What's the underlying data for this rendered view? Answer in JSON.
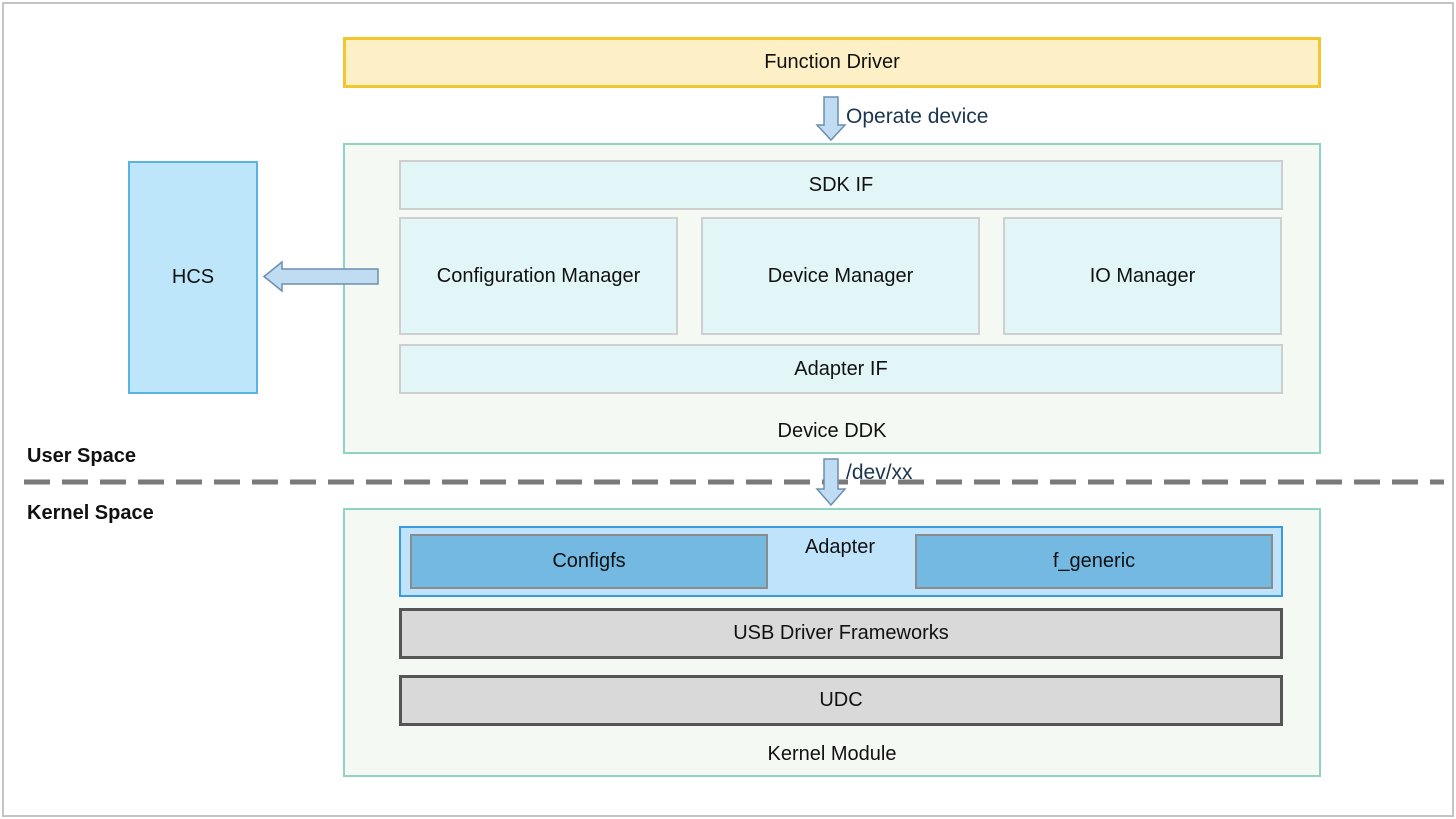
{
  "function_driver": "Function Driver",
  "operate_device": "Operate device",
  "hcs": "HCS",
  "device_ddk": {
    "title": "Device DDK",
    "sdk_if": "SDK IF",
    "configuration_manager": "Configuration Manager",
    "device_manager": "Device Manager",
    "io_manager": "IO Manager",
    "adapter_if": "Adapter IF"
  },
  "user_space": "User Space",
  "kernel_space": "Kernel Space",
  "dev_path": "/dev/xx",
  "kernel_module": {
    "title": "Kernel Module",
    "adapter": "Adapter",
    "configfs": "Configfs",
    "f_generic": "f_generic",
    "usb_driver_frameworks": "USB Driver Frameworks",
    "udc": "UDC"
  },
  "colors": {
    "function_driver_fill": "#fdf0c6",
    "function_driver_border": "#f2c62d",
    "module_border": "#8fd3c3",
    "hcs_fill": "#bde6fb",
    "adapter_fill": "#bfe3fb",
    "adapter_inner_fill": "#73b9e2",
    "gray_fill": "#d9d9d9"
  }
}
